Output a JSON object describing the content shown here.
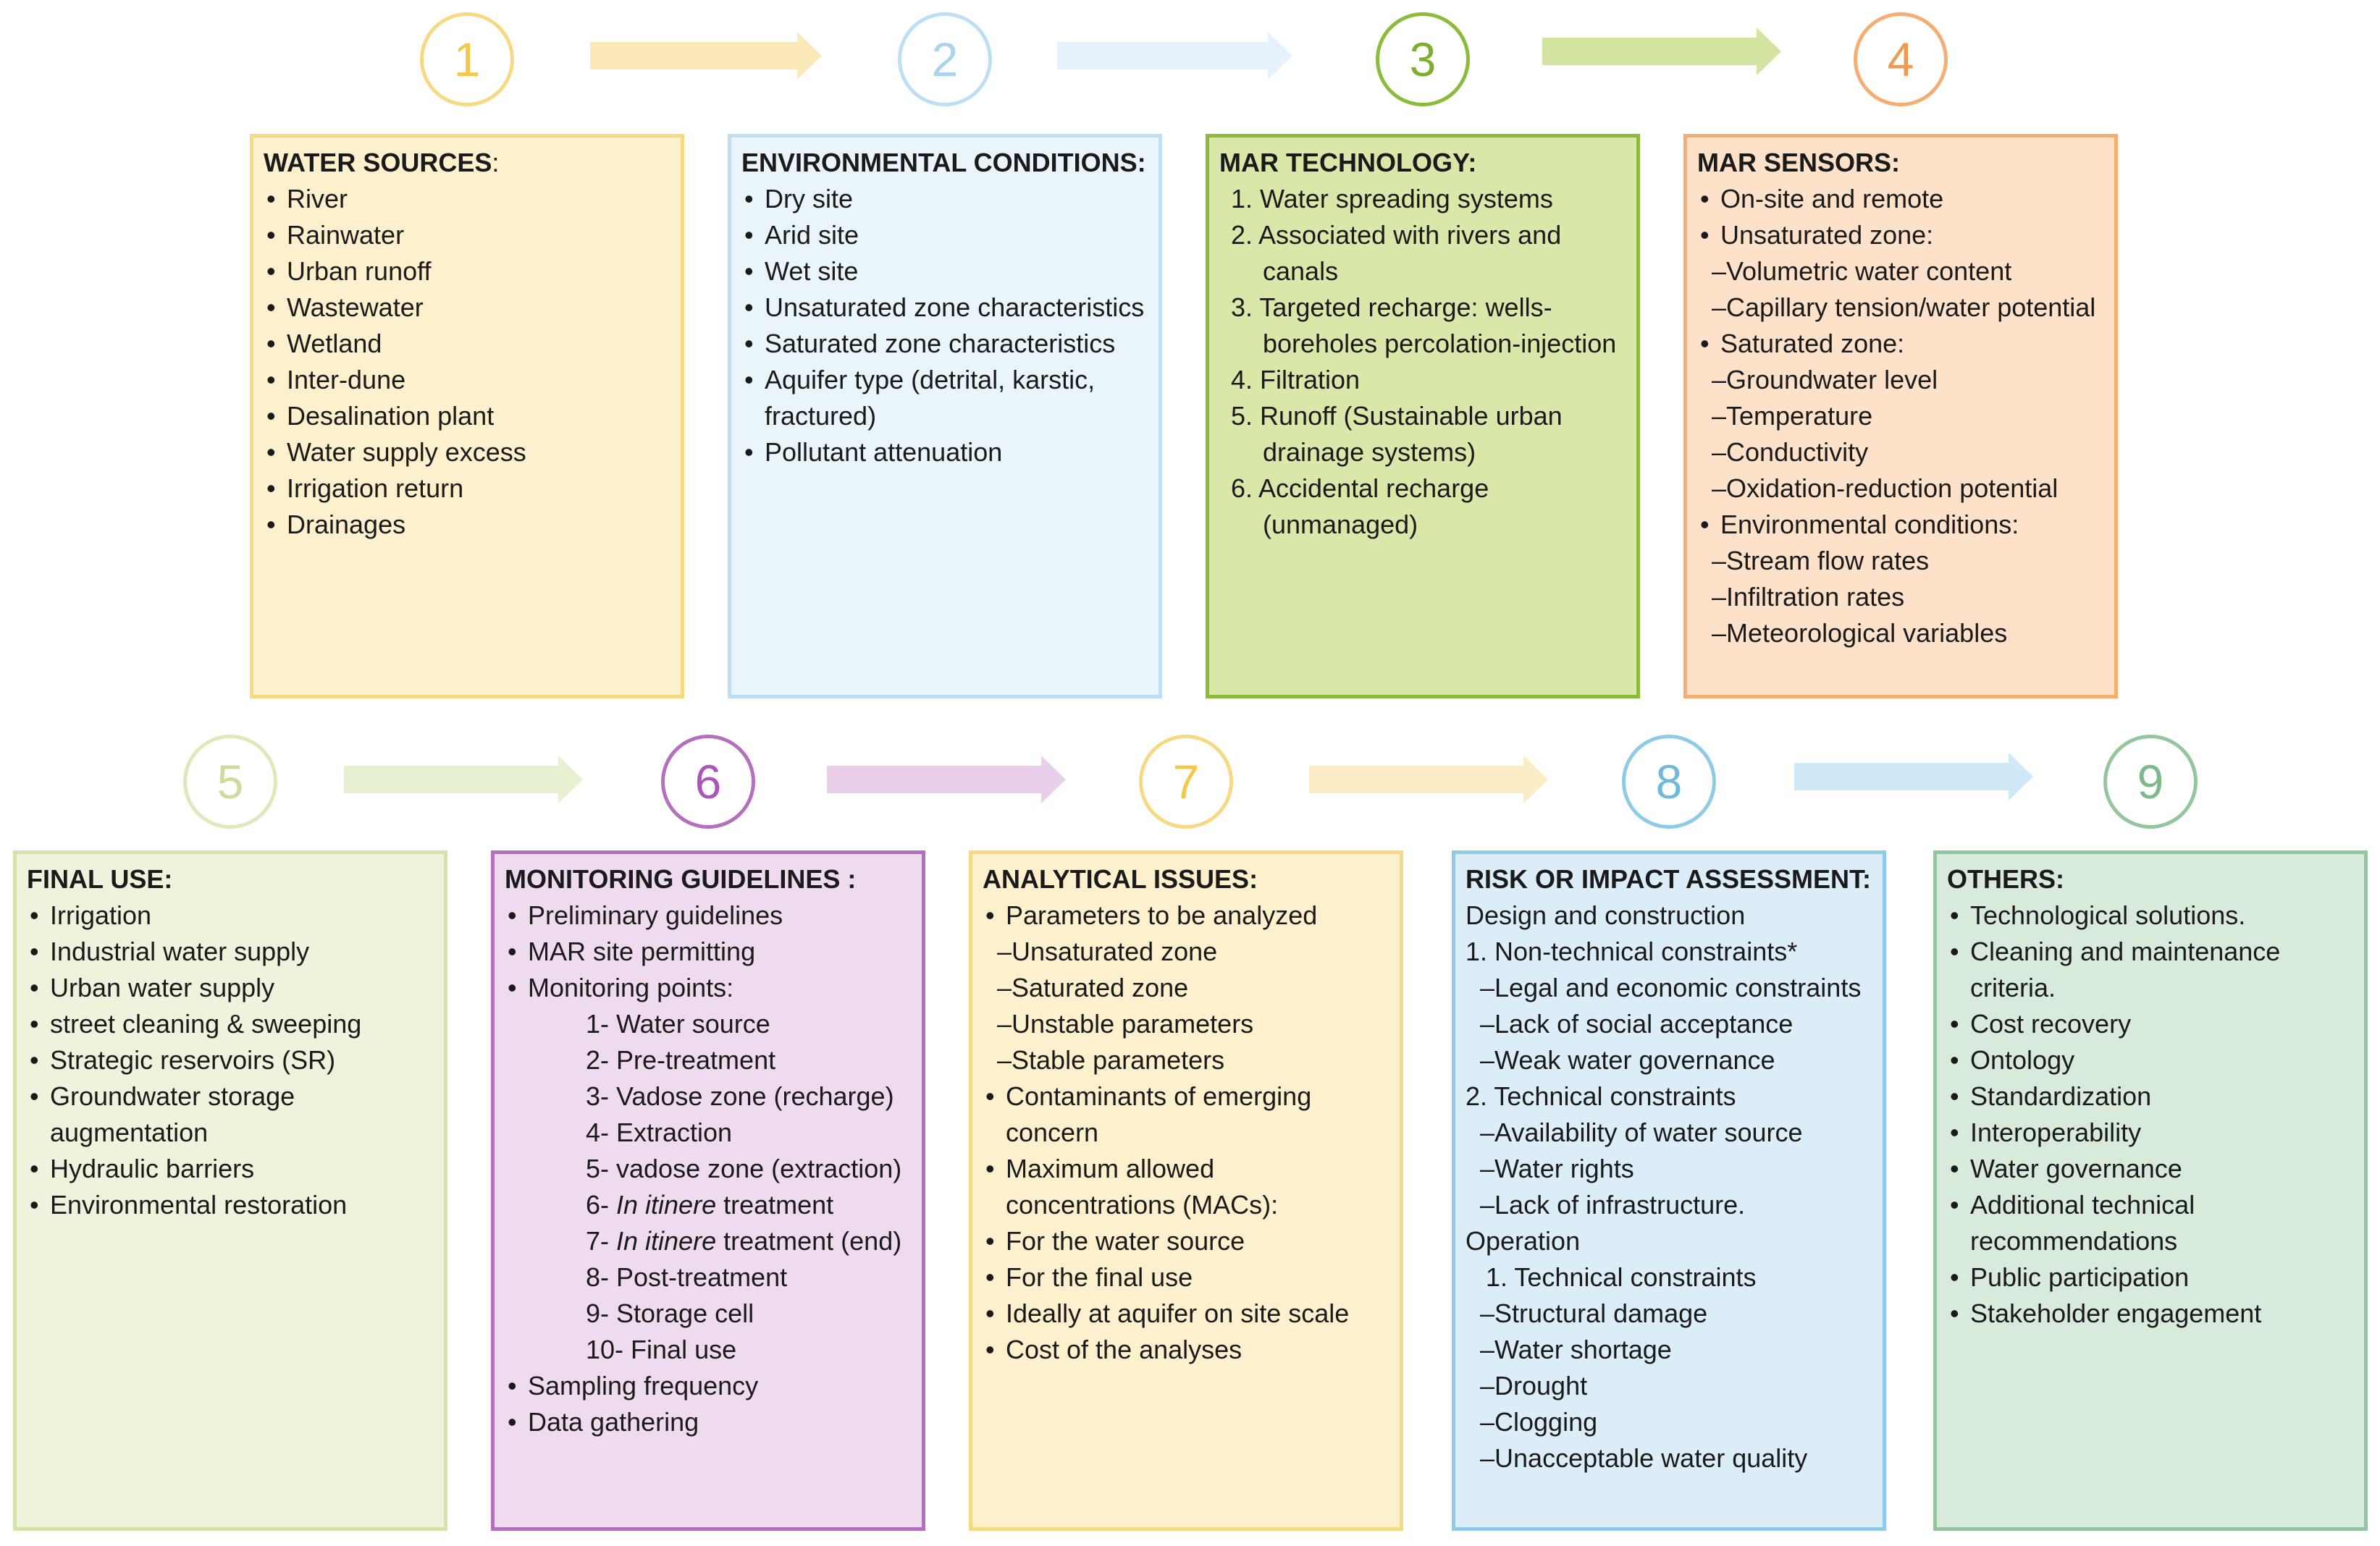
{
  "colors": {
    "yellow_fill": "#fdf0cc",
    "yellow_border": "#f7d983",
    "blue_fill": "#e9f4fb",
    "blue_border": "#bcdff3",
    "green_fill": "#d9e8a8",
    "green_border": "#8cbb3a",
    "orange_fill": "#fde1c9",
    "orange_border": "#f5ad72",
    "lightgreen_fill": "#eef3dc",
    "lightgreen_border": "#d4e3a8",
    "purple_fill": "#eedcee",
    "purple_border": "#b56fbf",
    "cream_fill": "#fdf0cc",
    "cream_border": "#f7d983",
    "sky_fill": "#dbeef8",
    "sky_border": "#8ecbe6",
    "mint_fill": "#d7eadb",
    "mint_border": "#93c69c"
  },
  "steps": [
    {
      "number": "1",
      "title": "WATER SOURCES",
      "title_suffix": ":",
      "items": [
        {
          "t": "River",
          "s": "bullet"
        },
        {
          "t": "Rainwater",
          "s": "bullet"
        },
        {
          "t": "Urban runoff",
          "s": "bullet"
        },
        {
          "t": "Wastewater",
          "s": "bullet"
        },
        {
          "t": "Wetland",
          "s": "bullet"
        },
        {
          "t": "Inter-dune",
          "s": "bullet"
        },
        {
          "t": "Desalination plant",
          "s": "bullet"
        },
        {
          "t": "Water supply excess",
          "s": "bullet"
        },
        {
          "t": "Irrigation return",
          "s": "bullet"
        },
        {
          "t": "Drainages",
          "s": "bullet"
        }
      ]
    },
    {
      "number": "2",
      "title": "ENVIRONMENTAL CONDITIONS:",
      "title_suffix": "",
      "items": [
        {
          "t": "Dry site",
          "s": "bullet"
        },
        {
          "t": "Arid site",
          "s": "bullet"
        },
        {
          "t": "Wet site",
          "s": "bullet"
        },
        {
          "t": "Unsaturated zone characteristics",
          "s": "bullet"
        },
        {
          "t": "Saturated zone characteristics",
          "s": "bullet"
        },
        {
          "t": "Aquifer type (detrital, karstic, fractured)",
          "s": "bullet"
        },
        {
          "t": "Pollutant attenuation",
          "s": "bullet"
        }
      ]
    },
    {
      "number": "3",
      "title": "MAR TECHNOLOGY:",
      "title_suffix": "",
      "items": [
        {
          "t": "1. Water spreading systems",
          "s": "num"
        },
        {
          "t": "2. Associated with rivers and canals",
          "s": "num"
        },
        {
          "t": "3. Targeted recharge: wells-boreholes percolation-injection",
          "s": "num"
        },
        {
          "t": "4. Filtration",
          "s": "num"
        },
        {
          "t": "5. Runoff (Sustainable urban drainage systems)",
          "s": "num"
        },
        {
          "t": "6. Accidental recharge (unmanaged)",
          "s": "num"
        }
      ]
    },
    {
      "number": "4",
      "title": "MAR SENSORS:",
      "title_suffix": "",
      "items": [
        {
          "t": "On-site and remote",
          "s": "bullet"
        },
        {
          "t": "Unsaturated zone:",
          "s": "bullet"
        },
        {
          "t": "–Volumetric water content",
          "s": "sub"
        },
        {
          "t": "–Capillary tension/water potential",
          "s": "sub"
        },
        {
          "t": "Saturated zone:",
          "s": "bullet"
        },
        {
          "t": "–Groundwater level",
          "s": "sub"
        },
        {
          "t": "–Temperature",
          "s": "sub"
        },
        {
          "t": "–Conductivity",
          "s": "sub"
        },
        {
          "t": "–Oxidation-reduction potential",
          "s": "sub"
        },
        {
          "t": "Environmental conditions:",
          "s": "bullet"
        },
        {
          "t": "–Stream flow rates",
          "s": "sub"
        },
        {
          "t": "–Infiltration rates",
          "s": "sub"
        },
        {
          "t": "–Meteorological variables",
          "s": "sub"
        }
      ]
    },
    {
      "number": "5",
      "title": "FINAL USE:",
      "title_suffix": "",
      "items": [
        {
          "t": "Irrigation",
          "s": "bullet"
        },
        {
          "t": "Industrial water supply",
          "s": "bullet"
        },
        {
          "t": "Urban water supply",
          "s": "bullet"
        },
        {
          "t": "street cleaning & sweeping",
          "s": "bullet"
        },
        {
          "t": "Strategic reservoirs  (SR)",
          "s": "bullet"
        },
        {
          "t": "Groundwater storage augmentation",
          "s": "bullet"
        },
        {
          "t": "Hydraulic barriers",
          "s": "bullet"
        },
        {
          "t": "Environmental restoration",
          "s": "bullet"
        }
      ]
    },
    {
      "number": "6",
      "title": "MONITORING GUIDELINES :",
      "title_suffix": "",
      "items": [
        {
          "t": "Preliminary guidelines",
          "s": "bullet"
        },
        {
          "t": "MAR site permitting",
          "s": "bullet"
        },
        {
          "t": "Monitoring points:",
          "s": "bullet"
        },
        {
          "t": "1- Water source",
          "s": "steps"
        },
        {
          "t": "2- Pre-treatment",
          "s": "steps"
        },
        {
          "t": "3- Vadose zone (recharge)",
          "s": "steps"
        },
        {
          "t": "4- Extraction",
          "s": "steps"
        },
        {
          "t": "5- vadose zone (extraction)",
          "s": "steps"
        },
        {
          "t": "6- ",
          "it": "In itinere",
          "t2": " treatment",
          "s": "steps"
        },
        {
          "t": "7- ",
          "it": "In itinere",
          "t2": " treatment (end)",
          "s": "steps"
        },
        {
          "t": "8- Post-treatment",
          "s": "steps"
        },
        {
          "t": "9- Storage cell",
          "s": "steps"
        },
        {
          "t": "10- Final use",
          "s": "steps"
        },
        {
          "t": "Sampling frequency",
          "s": "bullet"
        },
        {
          "t": "Data gathering",
          "s": "bullet"
        }
      ]
    },
    {
      "number": "7",
      "title": "ANALYTICAL ISSUES:",
      "title_suffix": "",
      "items": [
        {
          "t": " Parameters to be analyzed",
          "s": "bullet"
        },
        {
          "t": "–Unsaturated zone",
          "s": "sub"
        },
        {
          "t": "–Saturated zone",
          "s": "sub"
        },
        {
          "t": "–Unstable parameters",
          "s": "sub"
        },
        {
          "t": "–Stable parameters",
          "s": "sub"
        },
        {
          "t": "Contaminants of emerging concern",
          "s": "bullet"
        },
        {
          "t": "Maximum allowed concentrations (MACs):",
          "s": "bullet"
        },
        {
          "t": "For the water source",
          "s": "bullet"
        },
        {
          "t": "For the final use",
          "s": "bullet"
        },
        {
          "t": "Ideally at aquifer on site scale",
          "s": "bullet"
        },
        {
          "t": "Cost of the analyses",
          "s": "bullet"
        }
      ]
    },
    {
      "number": "8",
      "title": "RISK OR IMPACT ASSESSMENT:",
      "title_suffix": "",
      "items": [
        {
          "t": "Design and construction",
          "s": "plain"
        },
        {
          "t": "1. Non-technical constraints*",
          "s": "plain"
        },
        {
          "t": "–Legal and economic constraints",
          "s": "sub"
        },
        {
          "t": "–Lack of social acceptance",
          "s": "sub"
        },
        {
          "t": "–Weak water governance",
          "s": "sub"
        },
        {
          "t": "2. Technical constraints",
          "s": "plain"
        },
        {
          "t": "–Availability of water source",
          "s": "sub"
        },
        {
          "t": "–Water rights",
          "s": "sub"
        },
        {
          "t": "–Lack of infrastructure.",
          "s": "sub"
        },
        {
          "t": "Operation",
          "s": "plain"
        },
        {
          "t": "1. Technical constraints",
          "s": "numsmall"
        },
        {
          "t": "–Structural damage",
          "s": "sub"
        },
        {
          "t": "–Water shortage",
          "s": "sub"
        },
        {
          "t": "–Drought",
          "s": "sub"
        },
        {
          "t": "–Clogging",
          "s": "sub"
        },
        {
          "t": "–Unacceptable water quality",
          "s": "sub"
        }
      ]
    },
    {
      "number": "9",
      "title": "OTHERS:",
      "title_suffix": "",
      "items": [
        {
          "t": "Technological solutions.",
          "s": "bullet"
        },
        {
          "t": "Cleaning and maintenance criteria.",
          "s": "bullet"
        },
        {
          "t": "Cost recovery",
          "s": "bullet"
        },
        {
          "t": "Ontology",
          "s": "bullet"
        },
        {
          "t": "Standardization",
          "s": "bullet"
        },
        {
          "t": "Interoperability",
          "s": "bullet"
        },
        {
          "t": "Water governance",
          "s": "bullet"
        },
        {
          "t": "Additional technical recommendations",
          "s": "bullet"
        },
        {
          "t": "Public participation",
          "s": "bullet"
        },
        {
          "t": "Stakeholder engagement",
          "s": "bullet"
        }
      ]
    }
  ]
}
